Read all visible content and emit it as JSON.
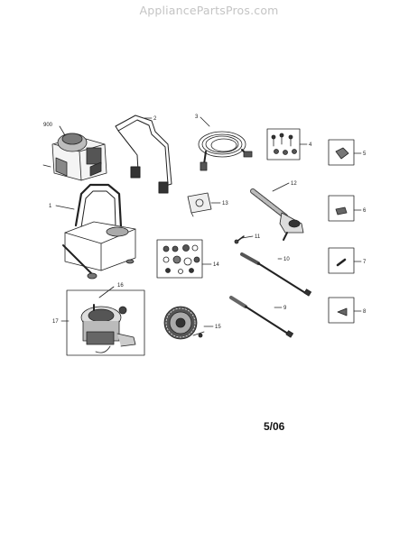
{
  "watermark": "AppliancePartsPros.com",
  "date_code": "5/06",
  "callouts": {
    "p1": "1",
    "p2": "2",
    "p3": "3",
    "p4": "4",
    "p5": "5",
    "p6": "6",
    "p7": "7",
    "p8": "8",
    "p9": "9",
    "p10": "10",
    "p11": "11",
    "p12": "12",
    "p13": "13",
    "p14": "14",
    "p15": "15",
    "p16": "16",
    "p17": "17",
    "p900": "900"
  }
}
